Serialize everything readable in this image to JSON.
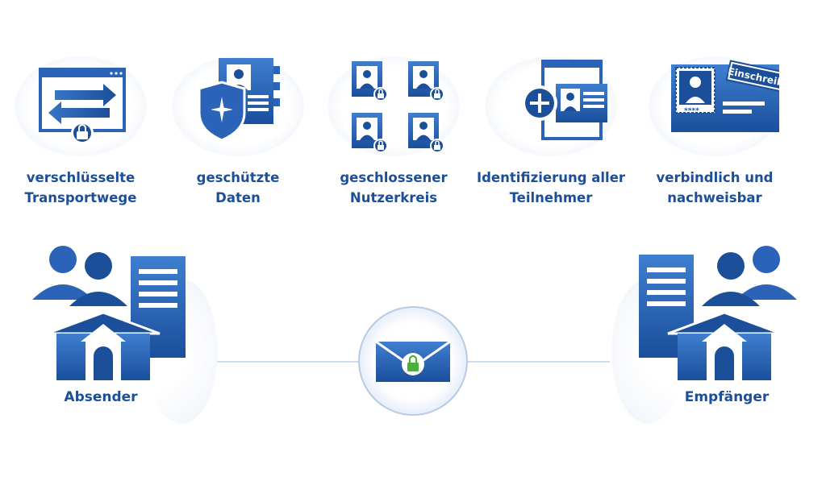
{
  "features": [
    {
      "id": "transport",
      "icon": "encrypted-transport-icon",
      "line1": "verschlüsselte",
      "line2": "Transportwege"
    },
    {
      "id": "data",
      "icon": "protected-data-icon",
      "line1": "geschützte",
      "line2": "Daten"
    },
    {
      "id": "circle",
      "icon": "closed-user-group-icon",
      "line1": "geschlossener",
      "line2": "Nutzerkreis"
    },
    {
      "id": "identify",
      "icon": "identification-icon",
      "line1": "Identifizierung aller",
      "line2": "Teilnehmer"
    },
    {
      "id": "binding",
      "icon": "registered-mail-icon",
      "line1": "verbindlich und",
      "line2": "nachweisbar",
      "stamp": "Einschreiben"
    }
  ],
  "sender": {
    "label": "Absender",
    "icon": "sender-organization-icon"
  },
  "receiver": {
    "label": "Empfänger",
    "icon": "receiver-organization-icon"
  },
  "envelope": {
    "icon": "secure-envelope-icon"
  },
  "colors": {
    "primary": "#1c4f99",
    "accent": "#2d6bc4",
    "lock": "#4caf3c",
    "line": "#cfdcef"
  }
}
